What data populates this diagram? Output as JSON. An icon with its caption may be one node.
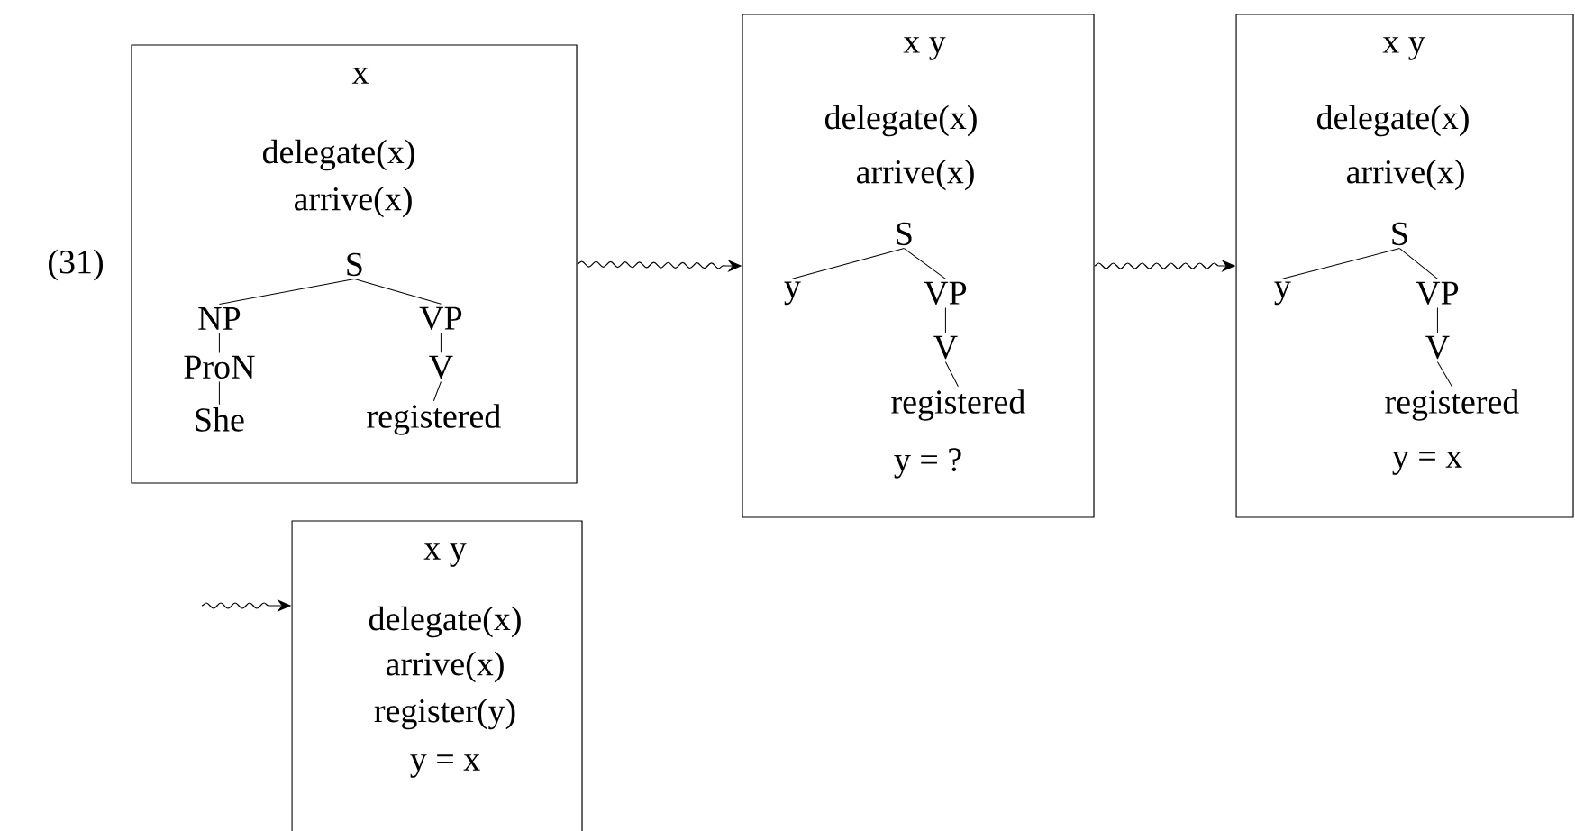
{
  "diagram": {
    "nodes": [
      {
        "text": [
          "x",
          "delegate(x)",
          "arrive(x)"
        ]
      },
      {
        "text": [
          "S"
        ],
        "in": 0
      },
      {
        "text": [
          "NP"
        ],
        "in": 0
      },
      {
        "text": [
          "VP"
        ],
        "in": 0
      },
      {
        "text": [
          "ProN"
        ],
        "in": 0
      },
      {
        "text": [
          "V"
        ],
        "in": 0
      },
      {
        "text": [
          "She"
        ],
        "in": 0
      },
      {
        "text": [
          "registered"
        ],
        "in": 0
      },
      {
        "text": [
          "x y",
          "delegate(x)",
          "arrive(x)",
          "y = ?"
        ]
      },
      {
        "text": [
          "S"
        ],
        "in": 8
      },
      {
        "text": [
          "y"
        ],
        "in": 8
      },
      {
        "text": [
          "VP"
        ],
        "in": 8
      },
      {
        "text": [
          "V"
        ],
        "in": 8
      },
      {
        "text": [
          "registered"
        ],
        "in": 8
      },
      {
        "text": [
          "x y",
          "delegate(x)",
          "arrive(x)",
          "y = x"
        ]
      },
      {
        "text": [
          "S"
        ],
        "in": 14
      },
      {
        "text": [
          "y"
        ],
        "in": 14
      },
      {
        "text": [
          "VP"
        ],
        "in": 14
      },
      {
        "text": [
          "V"
        ],
        "in": 14
      },
      {
        "text": [
          "registered"
        ],
        "in": 14
      },
      {
        "text": [
          "x y",
          "delegate(x)",
          "arrive(x)",
          "register(y)",
          "y = x"
        ]
      }
    ],
    "edges": [
      {
        "from": 1,
        "to": 2,
        "arrow": "none"
      },
      {
        "from": 1,
        "to": 3,
        "arrow": "none"
      },
      {
        "from": 2,
        "to": 4,
        "arrow": "none"
      },
      {
        "from": 4,
        "to": 6,
        "arrow": "none"
      },
      {
        "from": 3,
        "to": 5,
        "arrow": "none"
      },
      {
        "from": 5,
        "to": 7,
        "arrow": "none"
      },
      {
        "from": 0,
        "to": 8,
        "arrow": "to"
      },
      {
        "from": 9,
        "to": 10,
        "arrow": "none"
      },
      {
        "from": 9,
        "to": 11,
        "arrow": "none"
      },
      {
        "from": 11,
        "to": 12,
        "arrow": "none"
      },
      {
        "from": 12,
        "to": 13,
        "arrow": "none"
      },
      {
        "from": 8,
        "to": 14,
        "arrow": "to"
      },
      {
        "from": 15,
        "to": 16,
        "arrow": "none"
      },
      {
        "from": 15,
        "to": 17,
        "arrow": "none"
      },
      {
        "from": 17,
        "to": 18,
        "arrow": "none"
      },
      {
        "from": 18,
        "to": 19,
        "arrow": "none"
      },
      {
        "from": null,
        "to": 20,
        "arrow": "to"
      }
    ],
    "labels": [
      "(31)"
    ]
  }
}
